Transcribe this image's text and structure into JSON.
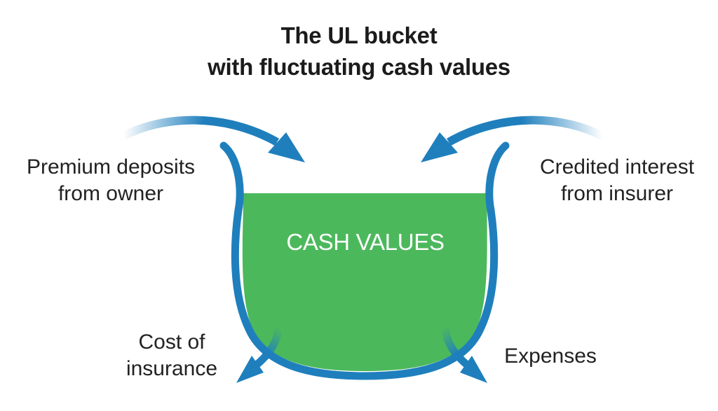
{
  "title": {
    "line1": "The UL bucket",
    "line2": "with fluctuating cash values"
  },
  "bucket": {
    "content_label": "CASH VALUES"
  },
  "inflows": {
    "left": {
      "line1": "Premium deposits",
      "line2": "from owner"
    },
    "right": {
      "line1": "Credited interest",
      "line2": "from insurer"
    }
  },
  "outflows": {
    "left": {
      "line1": "Cost of",
      "line2": "insurance"
    },
    "right": {
      "line1": "Expenses"
    }
  },
  "colors": {
    "bucket_outline": "#1f7fbd",
    "cash_fill": "#4cb85c",
    "arrow": "#1f7fbd",
    "text": "#222222",
    "cash_text": "#ffffff"
  }
}
